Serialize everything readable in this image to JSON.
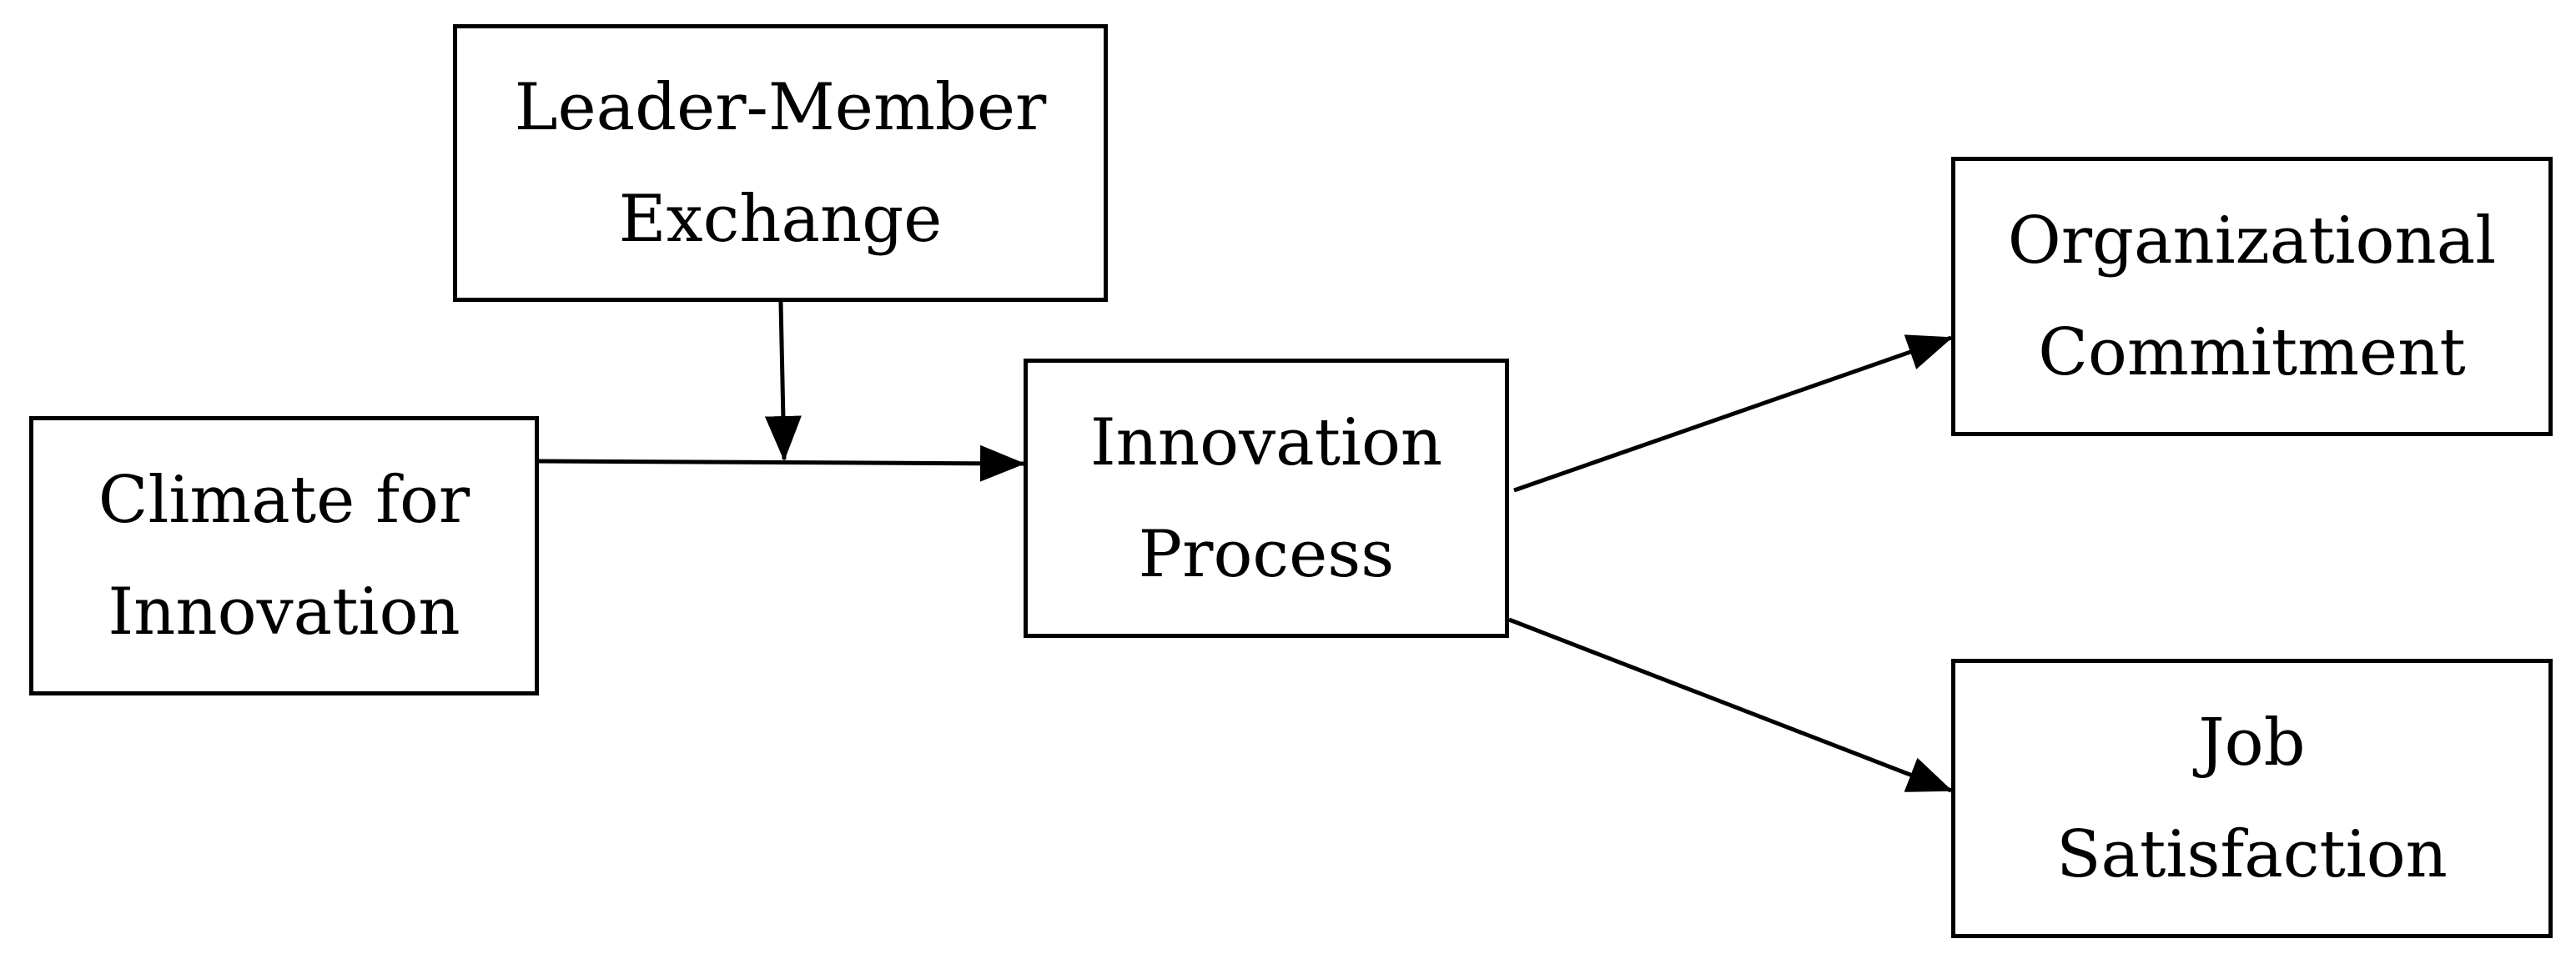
{
  "diagram": {
    "colors": {
      "stroke": "#000000",
      "text": "#000000",
      "background": "#ffffff"
    },
    "nodes": {
      "leader_member_exchange": {
        "line1": "Leader-Member",
        "line2": "Exchange"
      },
      "climate_for_innovation": {
        "line1": "Climate for",
        "line2": "Innovation"
      },
      "innovation_process": {
        "line1": "Innovation",
        "line2": "Process"
      },
      "organizational_commitment": {
        "line1": "Organizational",
        "line2": "Commitment"
      },
      "job_satisfaction": {
        "line1": "Job",
        "line2": "Satisfaction"
      }
    },
    "edges": [
      {
        "from": "climate_for_innovation",
        "to": "innovation_process"
      },
      {
        "from": "leader_member_exchange",
        "to": "climate_for_innovation-innovation_process-path",
        "type": "moderation"
      },
      {
        "from": "innovation_process",
        "to": "organizational_commitment"
      },
      {
        "from": "innovation_process",
        "to": "job_satisfaction"
      }
    ]
  }
}
